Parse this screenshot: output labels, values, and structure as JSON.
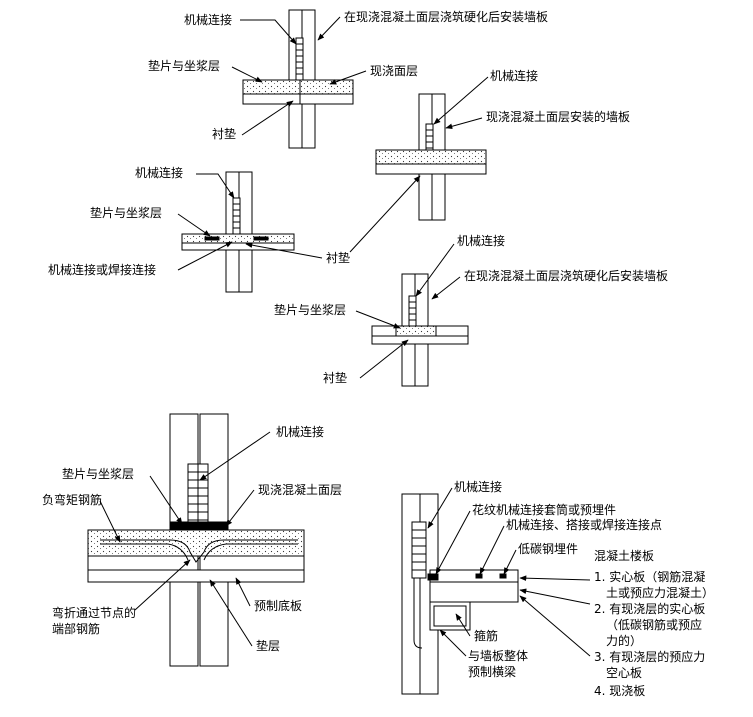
{
  "labels": {
    "d1_mech": "机械连接",
    "d1_install": "在现浇混凝土面层浇筑硬化后安装墙板",
    "d1_shim": "垫片与坐浆层",
    "d1_topping": "现浇面层",
    "d1_pad": "衬垫",
    "d2_mech": "机械连接",
    "d2_wall": "现浇混凝土面层安装的墙板",
    "d3_mech": "机械连接",
    "d3_shim": "垫片与坐浆层",
    "d3_weld": "机械连接或焊接连接",
    "d3_pad": "衬垫",
    "d4_mech": "机械连接",
    "d4_install": "在现浇混凝土面层浇筑硬化后安装墙板",
    "d4_shim": "垫片与坐浆层",
    "d4_pad": "衬垫",
    "d5_mech": "机械连接",
    "d5_shim": "垫片与坐浆层",
    "d5_negbar": "负弯矩钢筋",
    "d5_topping": "现浇混凝土面层",
    "d5_bent1": "弯折通过节点的",
    "d5_bent2": "端部钢筋",
    "d5_precast": "预制底板",
    "d5_pad": "垫层",
    "d6_mech": "机械连接",
    "d6_sleeve": "花纹机械连接套筒或预埋件",
    "d6_points": "机械连接、搭接或焊接连接点",
    "d6_steel": "低碳钢埋件",
    "d6_stirrup": "箍筋",
    "d6_beam1": "与墙板整体",
    "d6_beam2": "预制横梁"
  },
  "notes": {
    "title": "混凝土楼板",
    "items": [
      "1. 实心板（钢筋混凝",
      "土或预应力混凝土）",
      "2. 有现浇层的实心板",
      "（低碳钢筋或预应",
      "力的）",
      "3. 有现浇层的预应力",
      "空心板",
      "4. 现浇板"
    ]
  }
}
